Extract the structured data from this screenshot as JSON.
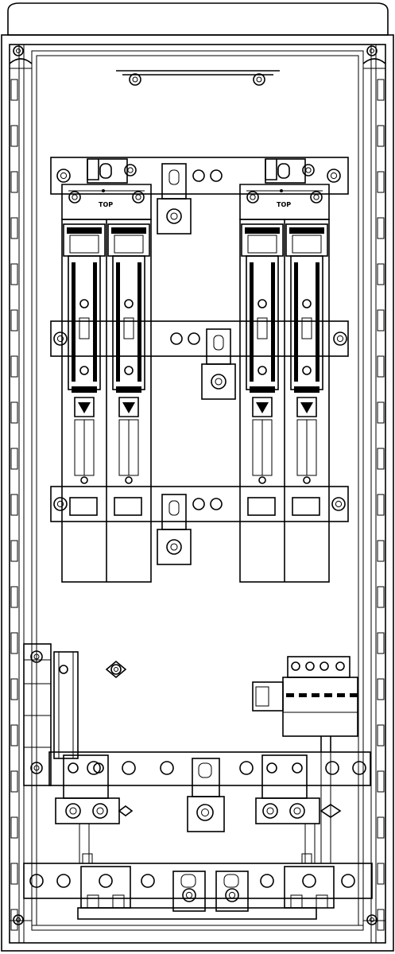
{
  "drawing": {
    "holder_marking": "TOP",
    "holders": [
      {
        "id": "left-fuse-holder",
        "marking": "TOP"
      },
      {
        "id": "right-fuse-holder",
        "marking": "TOP"
      }
    ]
  }
}
